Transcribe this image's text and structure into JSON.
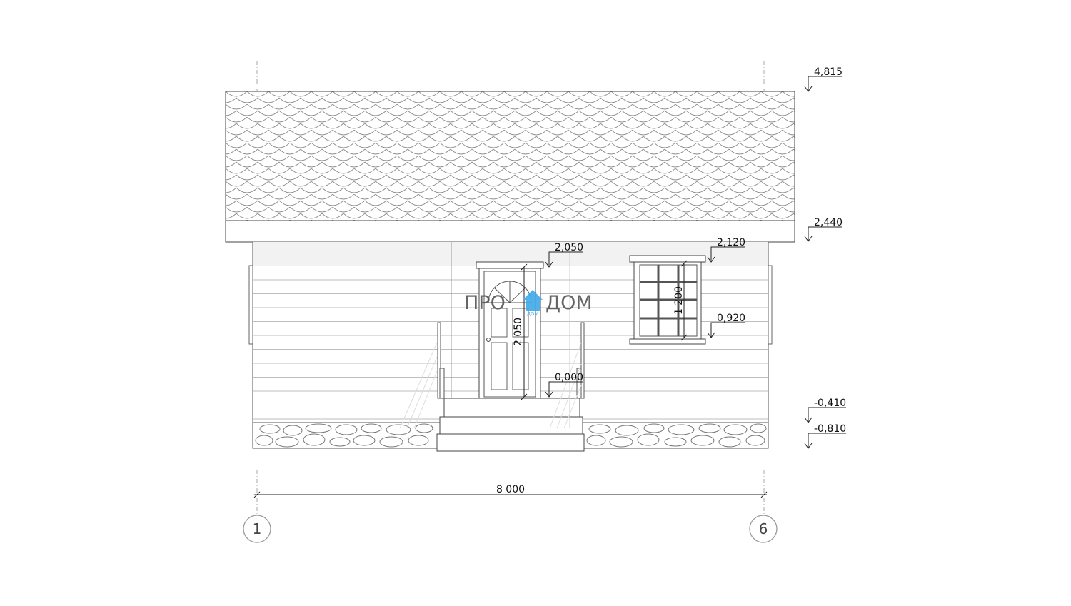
{
  "levels": {
    "ridge": "4,815",
    "eave": "2,440",
    "door_head": "2,050",
    "window_head": "2,120",
    "window_sill": "0,920",
    "floor": "0,000",
    "grade_1": "-0,410",
    "grade_2": "-0,810"
  },
  "dimensions": {
    "door_height": "2 050",
    "window_height": "1 200",
    "overall_width": "8 000"
  },
  "axes": {
    "left": "1",
    "right": "6"
  },
  "logo": {
    "left_text": "ПРО",
    "right_text": "ДОМ",
    "small_text": "ДОМ",
    "accent_color": "#3fa9e8"
  },
  "colors": {
    "line": "#333333",
    "shingle": "#888888",
    "siding": "#c8c8c8"
  }
}
